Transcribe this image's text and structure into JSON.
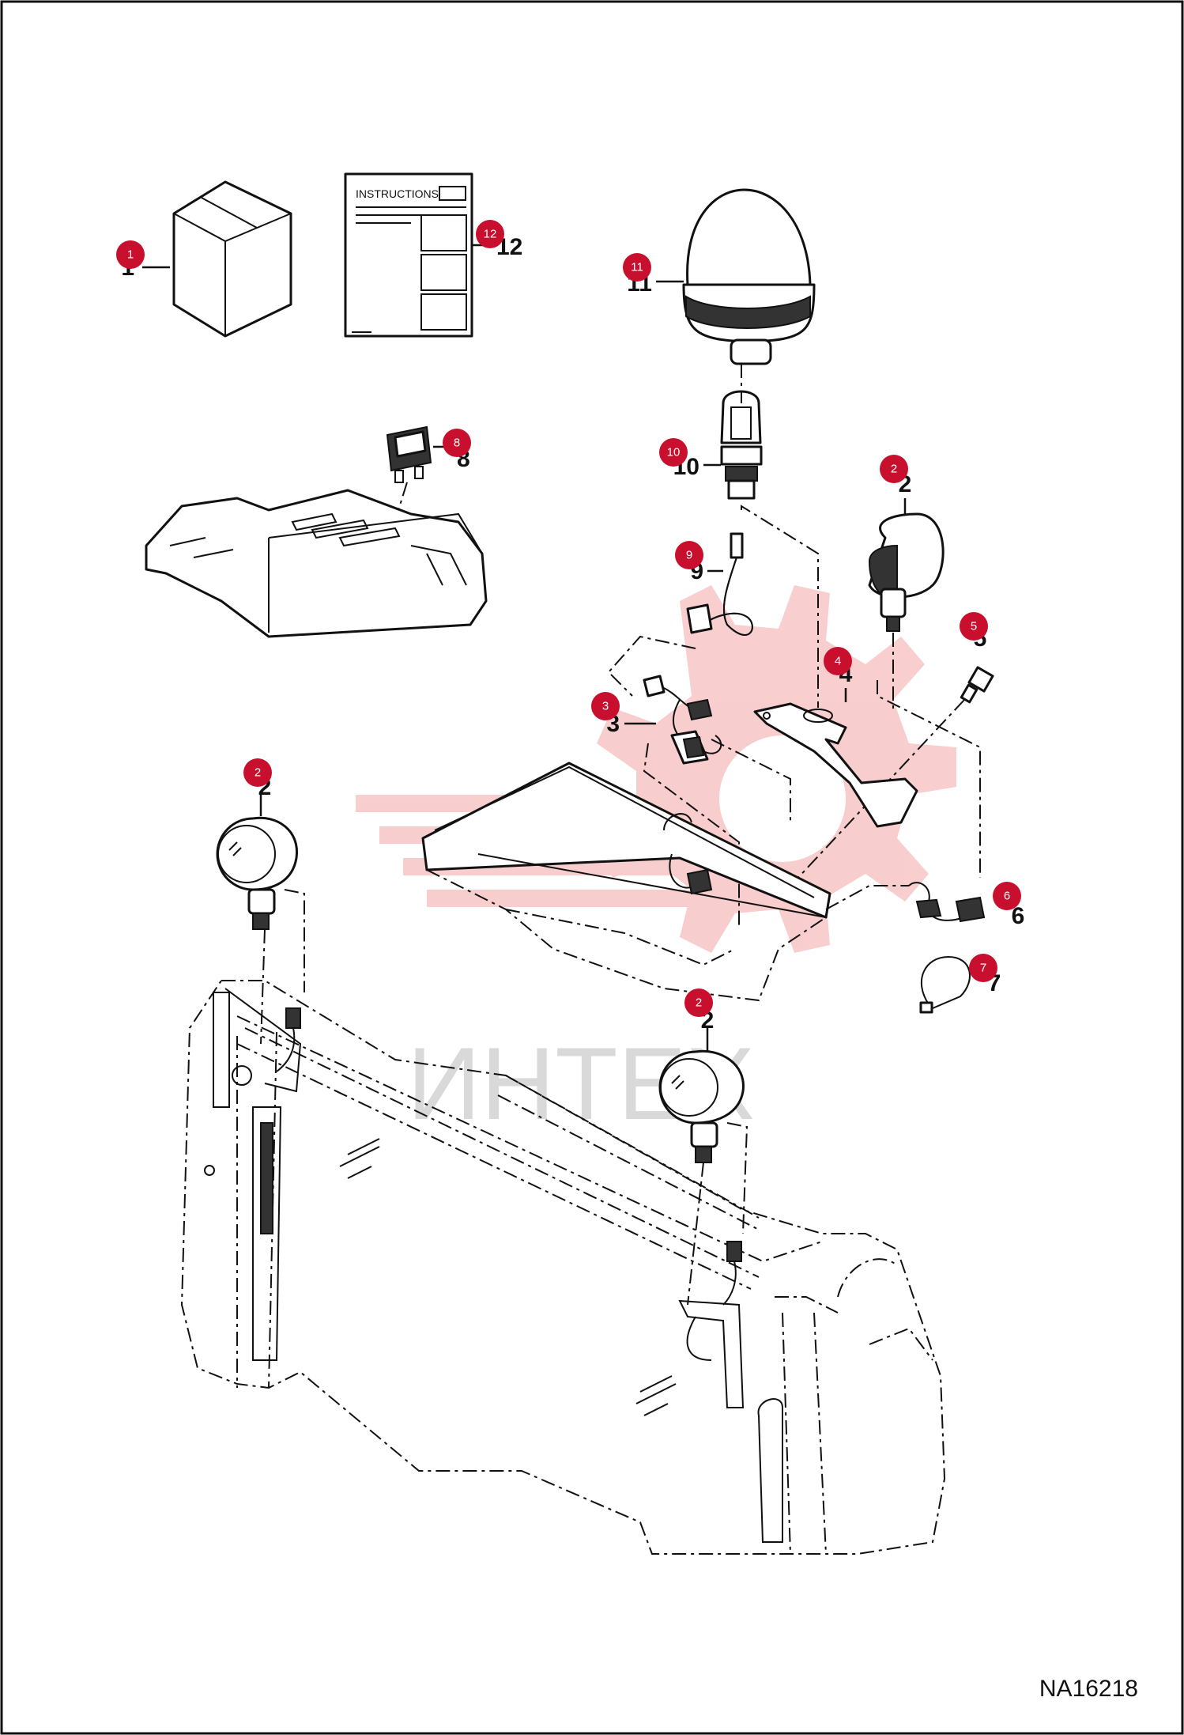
{
  "figure_code": "NA16218",
  "watermark_text": "ИНТЕХ",
  "instructions_label": "INSTRUCTIONS",
  "callouts": [
    {
      "number": "1"
    },
    {
      "number": "12"
    },
    {
      "number": "11"
    },
    {
      "number": "8"
    },
    {
      "number": "10"
    },
    {
      "number": "2"
    },
    {
      "number": "9"
    },
    {
      "number": "5"
    },
    {
      "number": "4"
    },
    {
      "number": "3"
    },
    {
      "number": "2"
    },
    {
      "number": "6"
    },
    {
      "number": "7"
    },
    {
      "number": "2"
    }
  ],
  "colors": {
    "badge": "#c8102e",
    "watermark": "#f7c5c5",
    "line": "#111111"
  }
}
